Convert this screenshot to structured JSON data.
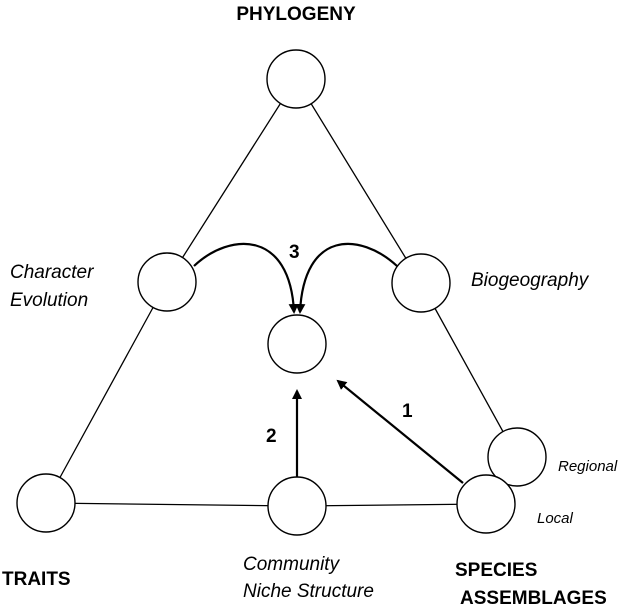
{
  "corners": {
    "top": "PHYLOGENY",
    "left": "TRAITS",
    "right_line1": "SPECIES",
    "right_line2": "ASSEMBLAGES"
  },
  "side_labels": {
    "left_line1": "Character",
    "left_line2": "Evolution",
    "right": "Biogeography",
    "bottom_line1": "Community",
    "bottom_line2": "Niche Structure"
  },
  "scale_labels": {
    "regional": "Regional",
    "local": "Local"
  },
  "arrow_labels": {
    "one": "1",
    "two": "2",
    "three": "3"
  }
}
